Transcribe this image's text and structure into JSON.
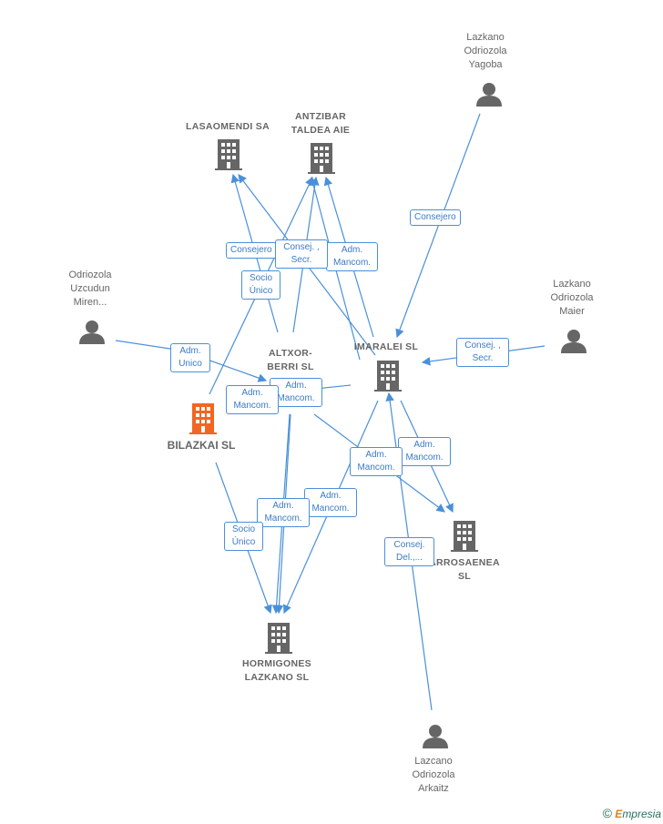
{
  "nodes": {
    "lazkano_yagoba": {
      "label": "Lazkano\nOdriozola\nYagoba",
      "kind": "person"
    },
    "lasaomendi": {
      "label": "LASAOMENDI SA",
      "kind": "company"
    },
    "antzibar": {
      "label": "ANTZIBAR\nTALDEA AIE",
      "kind": "company"
    },
    "odriozola_miren": {
      "label": "Odriozola\nUzcudun\nMiren...",
      "kind": "person"
    },
    "lazkano_maier": {
      "label": "Lazkano\nOdriozola\nMaier",
      "kind": "person"
    },
    "altxor": {
      "label": "ALTXOR-\nBERRI  SL",
      "kind": "company"
    },
    "imaralei": {
      "label": "IMARALEI  SL",
      "kind": "company"
    },
    "bilazkai": {
      "label": "BILAZKAI  SL",
      "kind": "company-highlight"
    },
    "arrosaenea": {
      "label": "ARROSAENEA\nSL",
      "kind": "company"
    },
    "hormigones": {
      "label": "HORMIGONES\nLAZKANO  SL",
      "kind": "company"
    },
    "lazcano_arkaitz": {
      "label": "Lazcano\nOdriozola\nArkaitz",
      "kind": "person"
    }
  },
  "edge_labels": {
    "consejero_yagoba": "Consejero",
    "consejero_lasa": "Consejero",
    "consej_secr_antz": "Consej. ,\nSecr.",
    "adm_mancom_antz": "Adm.\nMancom.",
    "socio_unico_top": "Socio\nÚnico",
    "consej_secr_maier": "Consej. ,\nSecr.",
    "adm_unico": "Adm.\nUnico",
    "adm_mancom_a": "Adm.\nMancom.",
    "adm_mancom_b": "Adm.\nMancom.",
    "adm_mancom_c": "Adm.\nMancom.",
    "adm_mancom_d": "Adm.\nMancom.",
    "adm_mancom_e": "Adm.\nMancom.",
    "adm_mancom_f": "Adm.\nMancom.",
    "socio_unico_bottom": "Socio\nÚnico",
    "consej_del": "Consej.\nDel.,..."
  },
  "brand": {
    "symbol": "©",
    "first": "E",
    "rest": "mpresia"
  },
  "colors": {
    "edge": "#4a90d9",
    "icon": "#666666",
    "highlight": "#f26522"
  }
}
